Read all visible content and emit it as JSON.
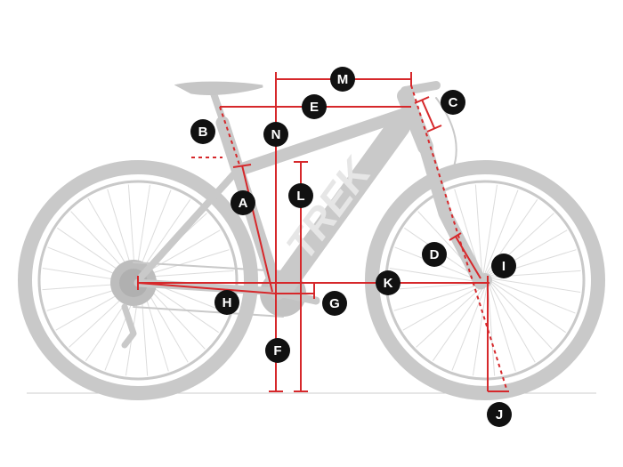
{
  "brand": {
    "frame_logo": "TREK"
  },
  "colors": {
    "dimension_line": "#d6282b",
    "badge": "#111111",
    "badge_text": "#ffffff",
    "bike": "#c9c9c9",
    "ground": "#cccccc"
  },
  "labels": {
    "A": "A",
    "B": "B",
    "C": "C",
    "D": "D",
    "E": "E",
    "F": "F",
    "G": "G",
    "H": "H",
    "I": "I",
    "J": "J",
    "K": "K",
    "L": "L",
    "M": "M",
    "N": "N"
  }
}
